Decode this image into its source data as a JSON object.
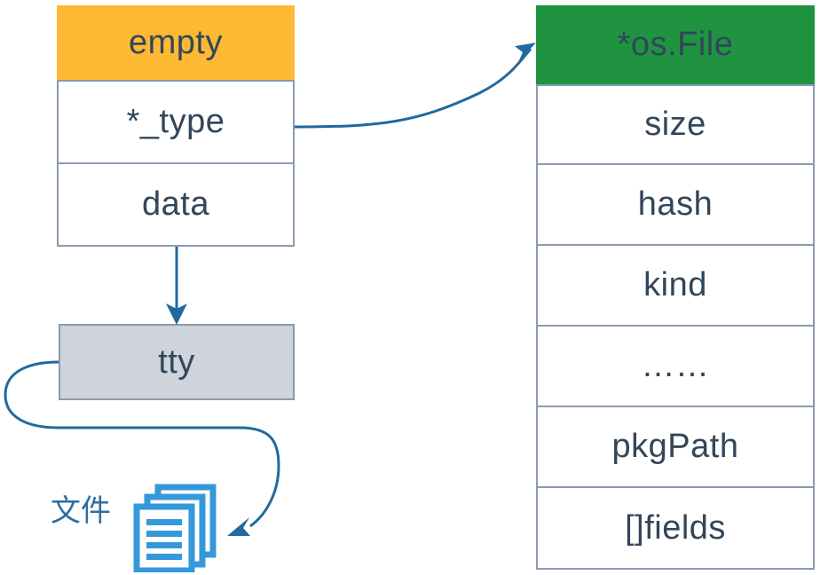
{
  "diagram": {
    "title": "Go empty interface pointing to *os.File type and tty data",
    "colors": {
      "orange_header": "#FDB933",
      "green_header": "#1F9340",
      "gray_box": "#CFD3DB",
      "border": "#8A9AB0",
      "text": "#32465A",
      "connector": "#21699E",
      "icon_blue": "#3498DB",
      "caption_text": "#2E6D9E"
    }
  },
  "empty_struct": {
    "header": "empty",
    "rows": [
      {
        "label": "*_type"
      },
      {
        "label": "data"
      }
    ]
  },
  "data_target": {
    "label": "tty"
  },
  "file_caption": {
    "label": "文件"
  },
  "file_icon": {
    "name": "documents-stack-icon",
    "sheets": 3,
    "lines": 4
  },
  "os_file_struct": {
    "header": "*os.File",
    "rows": [
      {
        "label": "size"
      },
      {
        "label": "hash"
      },
      {
        "label": "kind"
      },
      {
        "label": "……"
      },
      {
        "label": "pkgPath"
      },
      {
        "label": "[]fields"
      }
    ]
  },
  "connectors": [
    {
      "name": "type-to-osfile",
      "from": "*_type",
      "to": "*os.File",
      "style": "curved-arrow"
    },
    {
      "name": "data-to-tty",
      "from": "data",
      "to": "tty",
      "style": "straight-arrow-down"
    },
    {
      "name": "tty-to-file",
      "from": "tty",
      "to": "文件",
      "style": "loop-arrow"
    }
  ]
}
